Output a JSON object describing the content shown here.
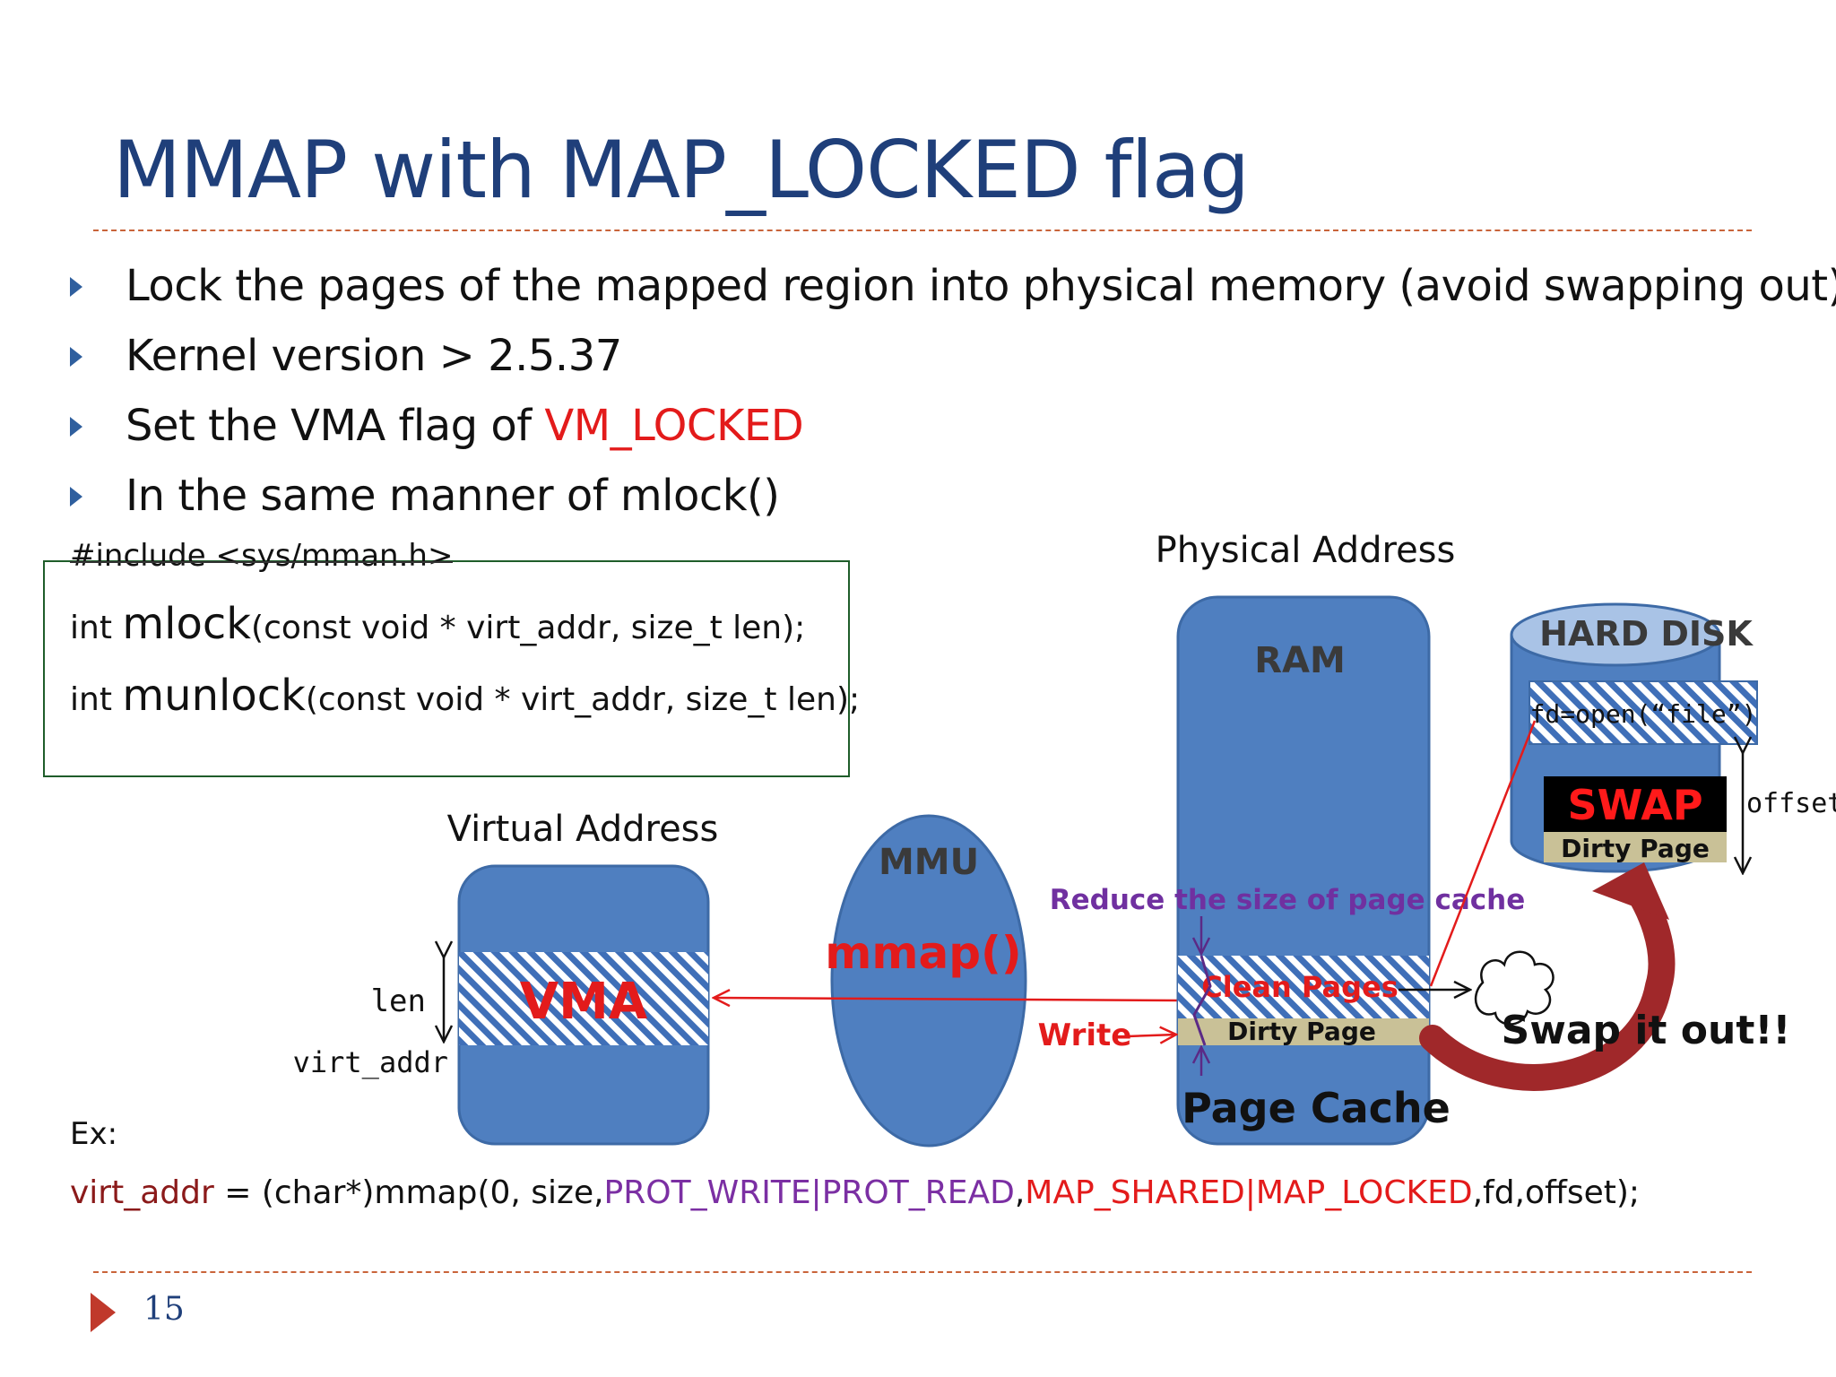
{
  "slide": {
    "title": "MMAP with MAP_LOCKED flag",
    "page_number": "15"
  },
  "bullets": [
    {
      "text": "Lock the pages of the mapped region into physical memory  (avoid swapping out)"
    },
    {
      "text": "Kernel  version > 2.5.37"
    },
    {
      "text": "Set the VMA flag of ",
      "highlight": "VM_LOCKED"
    },
    {
      "text": "In the same manner of mlock()"
    }
  ],
  "code": {
    "include": "#include <sys/mman.h>",
    "mlock_prefix": "int ",
    "mlock_name": "mlock",
    "mlock_args": "(const void * virt_addr, size_t len);",
    "munlock_prefix": "int ",
    "munlock_name": "munlock",
    "munlock_args": "(const void * virt_addr, size_t len);"
  },
  "example": {
    "label": "Ex:",
    "part1": "virt_addr",
    "part2": " = (char*)mmap(0, size,",
    "part3": "PROT_WRITE|PROT_READ",
    "part4": ",",
    "part5": "MAP_SHARED|MAP_LOCKED",
    "part6": ",fd,offset);"
  },
  "diagram": {
    "virtual_address_label": "Virtual Address",
    "vma_label": "VMA",
    "len_label": "len",
    "virt_addr_label": "virt_addr",
    "mmu_label": "MMU",
    "mmap_label": "mmap()",
    "physical_address_label": "Physical Address",
    "ram_label": "RAM",
    "reduce_label": "Reduce the size of page cache",
    "clean_pages_label": "Clean Pages",
    "dirty_page_label": "Dirty Page",
    "write_label": "Write",
    "page_cache_label": "Page Cache",
    "hard_disk_label": "HARD DISK",
    "fd_open_label": "fd=open(“file”)",
    "swap_label": "SWAP",
    "swap_dirty_label": "Dirty Page",
    "offset_label": "offset",
    "swap_out_label": "Swap it out!!"
  },
  "colors": {
    "title": "#1f3f7a",
    "box_blue": "#4f7fc0",
    "highlight_red": "#e31b1b",
    "purple": "#7030a0",
    "dirty_tan": "#c9c197",
    "swap_arrow": "#a0282a"
  }
}
